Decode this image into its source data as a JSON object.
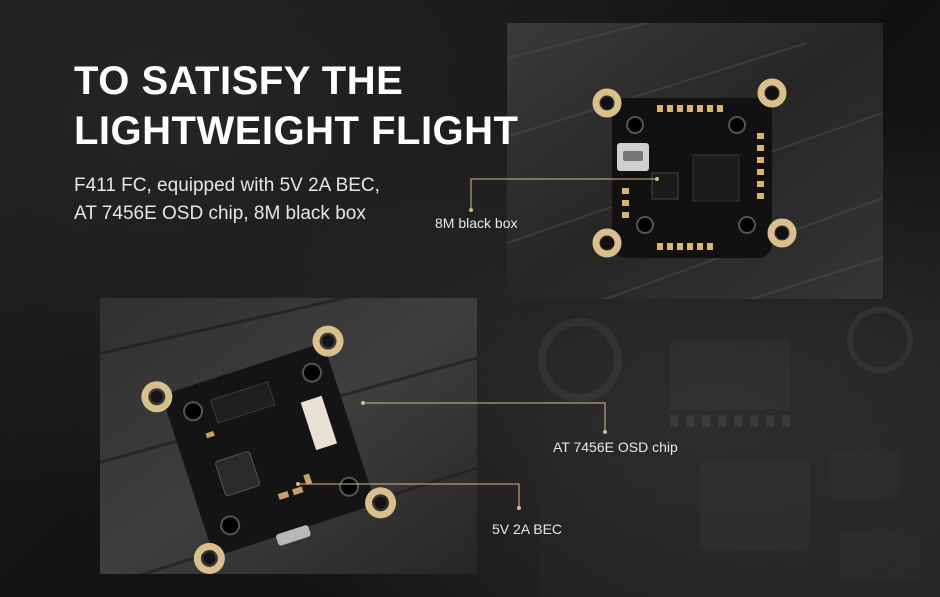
{
  "headline": {
    "line1": "TO SATISFY THE",
    "line2": "LIGHTWEIGHT FLIGHT"
  },
  "description": {
    "line1": "F411 FC, equipped with 5V 2A BEC,",
    "line2": "AT 7456E OSD chip, 8M black box"
  },
  "callouts": {
    "black_box": "8M black box",
    "osd_chip": "AT 7456E OSD chip",
    "bec": "5V 2A BEC"
  },
  "colors": {
    "background": "#151515",
    "leader_line": "#d8b98a",
    "pad_gold": "#d9c08a",
    "pcb_black": "#141414"
  }
}
